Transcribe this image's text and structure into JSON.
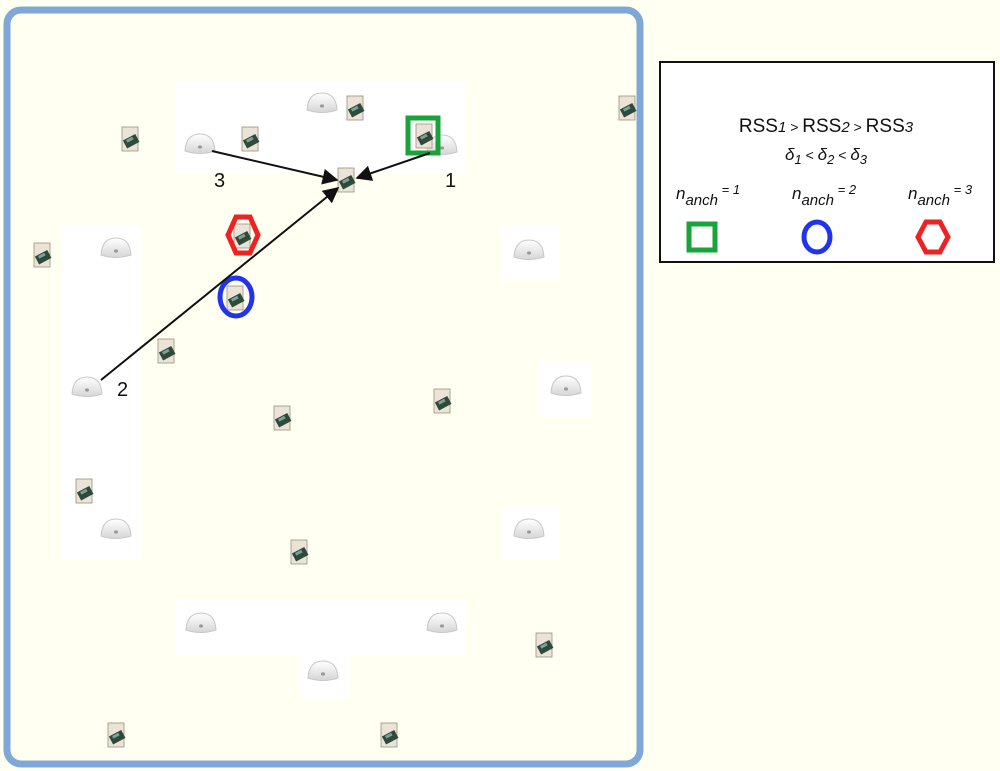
{
  "arrow_labels": [
    "3",
    "1",
    "2"
  ],
  "legend": {
    "rss_line": [
      "RSS",
      "1",
      " > ",
      "RSS",
      "2",
      " > ",
      "RSS",
      "3"
    ],
    "delta_line": [
      "δ",
      "1",
      " < ",
      "δ",
      "2",
      " < ",
      "δ",
      "3"
    ],
    "entries": [
      {
        "n": "n",
        "sub": "anch",
        "eq": " = 1",
        "shape": "square-icon"
      },
      {
        "n": "n",
        "sub": "anch",
        "eq": " = 2",
        "shape": "circle-icon"
      },
      {
        "n": "n",
        "sub": "anch",
        "eq": " = 3",
        "shape": "hexagon-icon"
      }
    ]
  },
  "colors": {
    "room_border": "#7fa8d6",
    "background": "#fffff2",
    "green": "#1aa33a",
    "blue": "#2233ee",
    "red": "#ee2222",
    "arrow": "#111111"
  }
}
